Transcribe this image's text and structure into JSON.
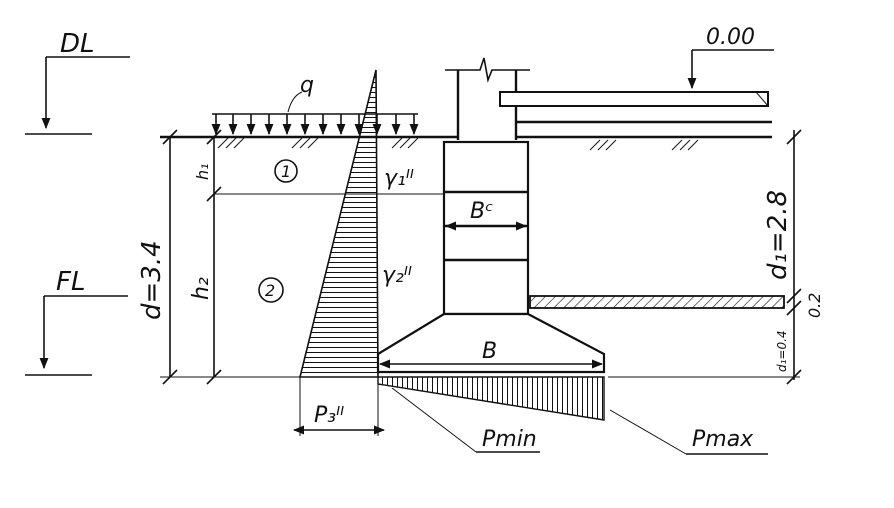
{
  "labels": {
    "dl": "DL",
    "fl": "FL",
    "q": "q",
    "zero_mark": "0.00",
    "layer1": "1",
    "layer2": "2",
    "h1": "h₁",
    "h2": "h₂",
    "gamma1": "γ₁ᴵᴵ",
    "gamma2": "γ₂ᴵᴵ",
    "bc": "Bᶜ",
    "b": "B",
    "d_total": "d=3.4",
    "d1_total": "d₁=2.8",
    "d1_small": "d₁=0.4",
    "slab": "0.2",
    "p3": "P₃ᴵᴵ",
    "pmin": "Pmin",
    "pmax": "Pmax"
  },
  "colors": {
    "ink": "#111111",
    "paper": "#ffffff"
  }
}
